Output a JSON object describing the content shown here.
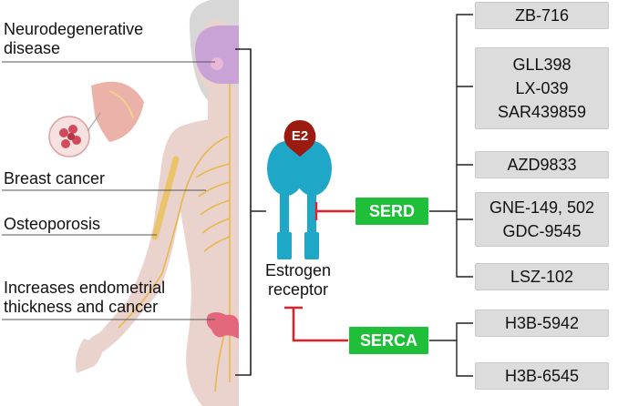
{
  "conditions": {
    "neuro": [
      "Neurodegenerative",
      "disease"
    ],
    "breast": "Breast cancer",
    "osteo": "Osteoporosis",
    "endometrial": [
      "Increases endometrial",
      "thickness and cancer"
    ]
  },
  "receptor": {
    "ligand": "E2",
    "label": [
      "Estrogen",
      "receptor"
    ],
    "color": "#1fa7c7",
    "ligand_color": "#9b1b10"
  },
  "classes": {
    "serd": "SERD",
    "serca": "SERCA",
    "tag_color": "#1fbf3a",
    "inhibit_color": "#e0202a"
  },
  "drugs": {
    "serd": [
      [
        "ZB-716"
      ],
      [
        "GLL398",
        "LX-039",
        "SAR439859"
      ],
      [
        "AZD9833"
      ],
      [
        "GNE-149, 502",
        "GDC-9545"
      ],
      [
        "LSZ-102"
      ]
    ],
    "serca": [
      [
        "H3B-5942"
      ],
      [
        "H3B-6545"
      ]
    ]
  }
}
